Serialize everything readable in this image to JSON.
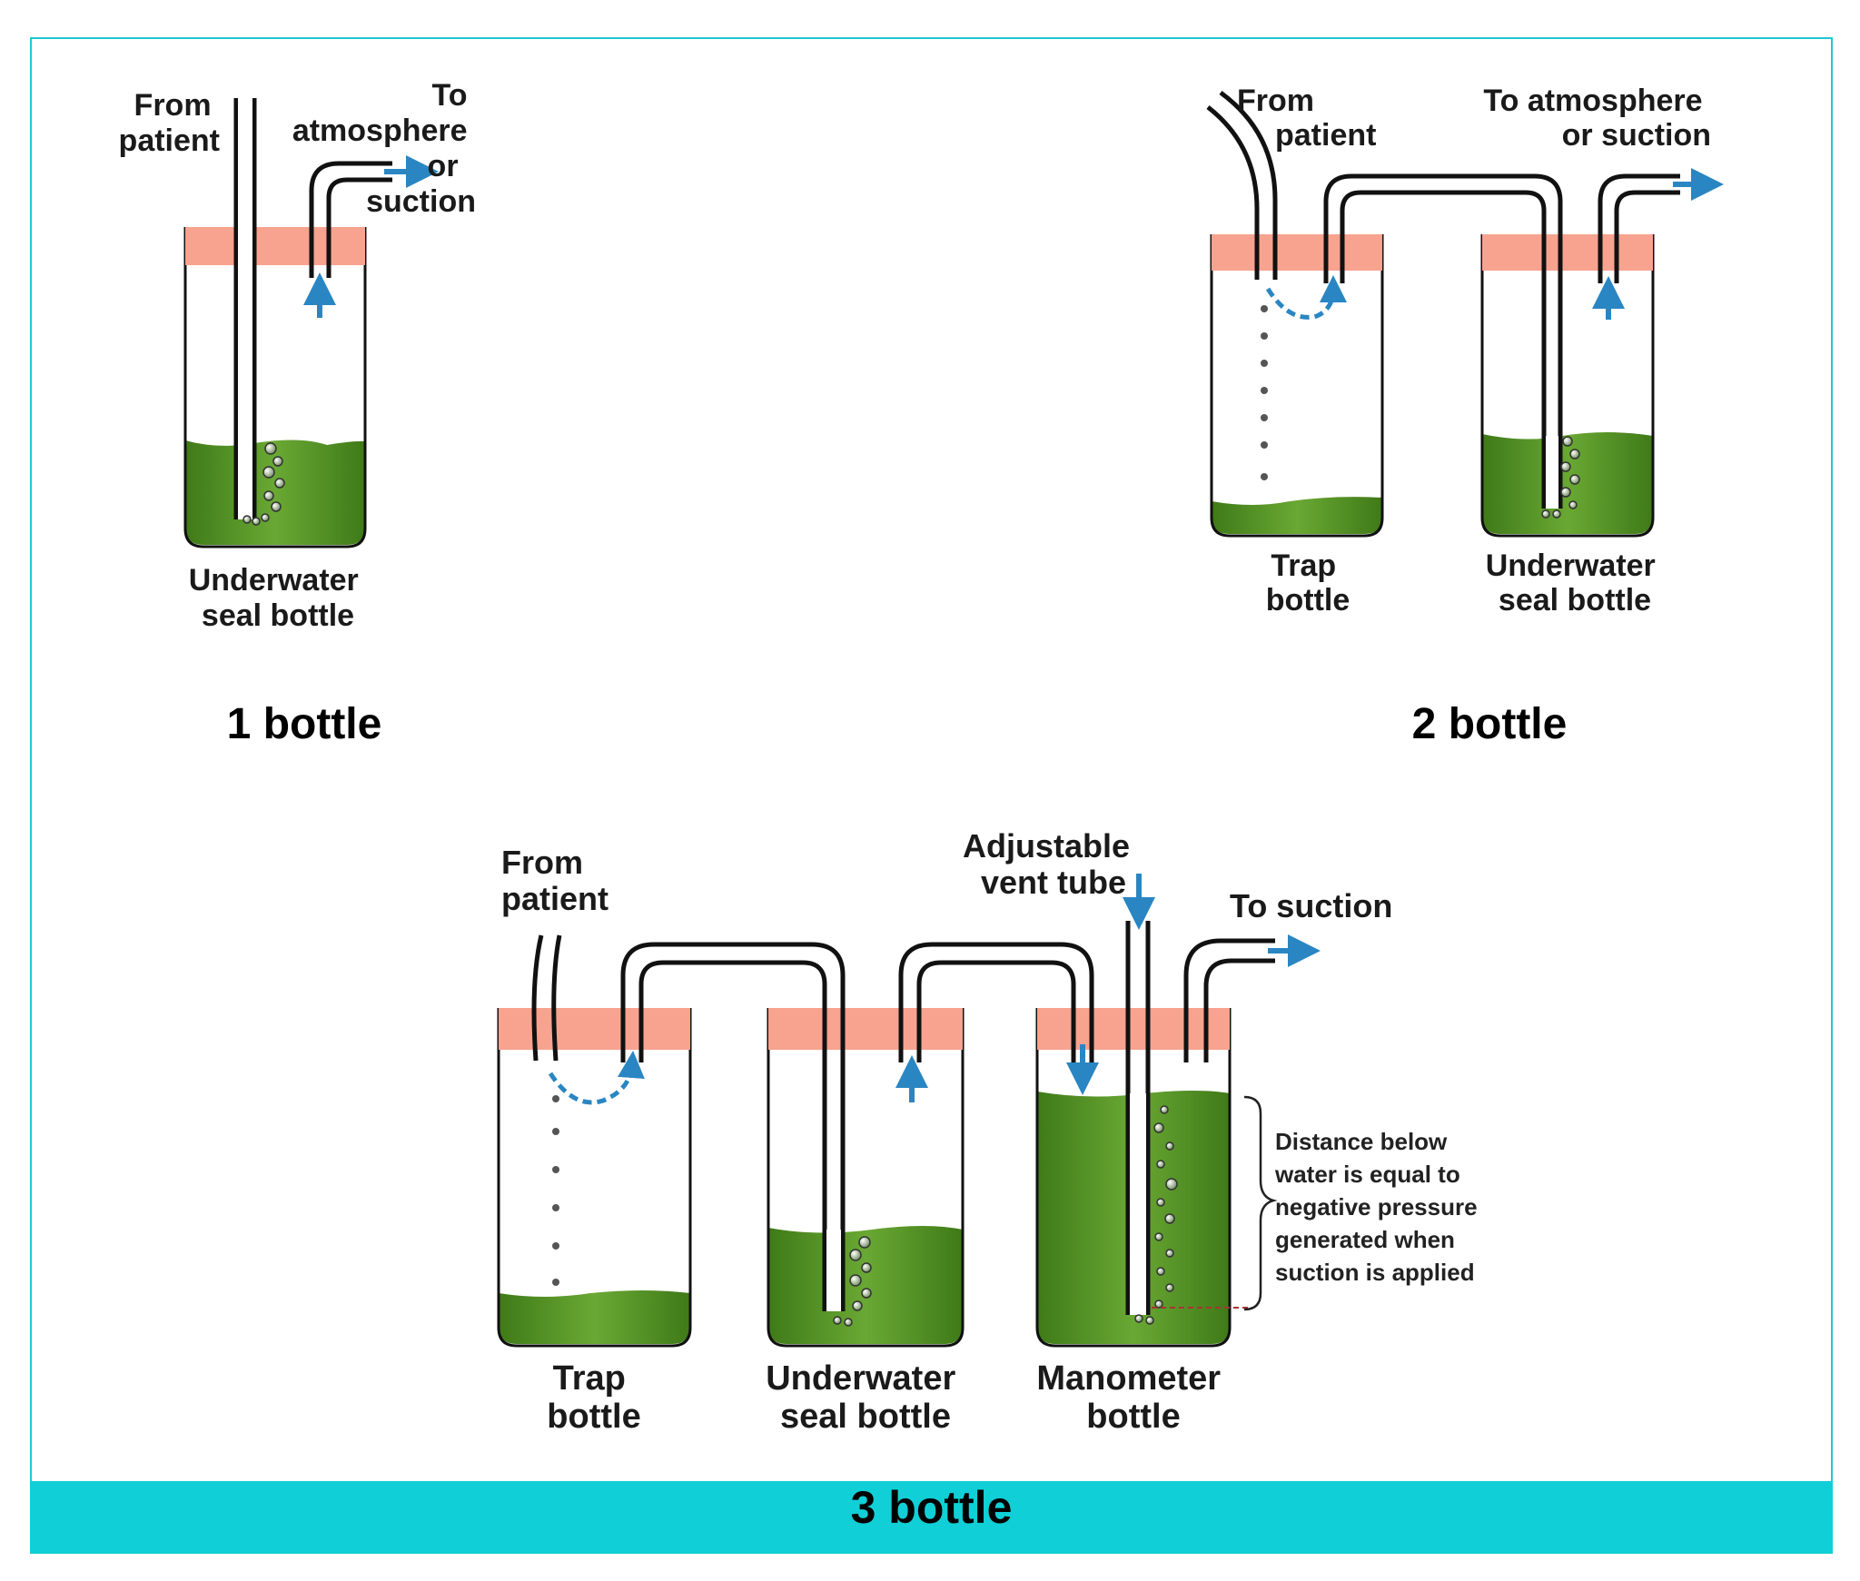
{
  "colors": {
    "border": "#1ec8d4",
    "footer_bar": "#10cfd6",
    "water": "#5f9e2c",
    "stopper": "#f7a38f",
    "arrow": "#2a86c2",
    "tube": "#111111"
  },
  "panel1": {
    "from_patient": [
      "From",
      "patient"
    ],
    "to_atmosphere": [
      "To",
      "atmosphere",
      "or",
      "suction"
    ],
    "bottle_label": [
      "Underwater",
      "seal bottle"
    ],
    "caption": "1 bottle"
  },
  "panel2": {
    "from_patient": [
      "From",
      "patient"
    ],
    "to_atmosphere": [
      "To atmosphere",
      "or suction"
    ],
    "trap_label": [
      "Trap",
      "bottle"
    ],
    "seal_label": [
      "Underwater",
      "seal bottle"
    ],
    "caption": "2 bottle"
  },
  "panel3": {
    "from_patient": [
      "From",
      "patient"
    ],
    "vent_tube": [
      "Adjustable",
      "vent tube"
    ],
    "to_suction": "To suction",
    "trap_label": [
      "Trap",
      "bottle"
    ],
    "seal_label": [
      "Underwater",
      "seal bottle"
    ],
    "manometer_label": [
      "Manometer",
      "bottle"
    ],
    "note": [
      "Distance below",
      "water is equal to",
      "negative pressure",
      "generated when",
      "suction is applied"
    ],
    "caption": "3 bottle"
  }
}
